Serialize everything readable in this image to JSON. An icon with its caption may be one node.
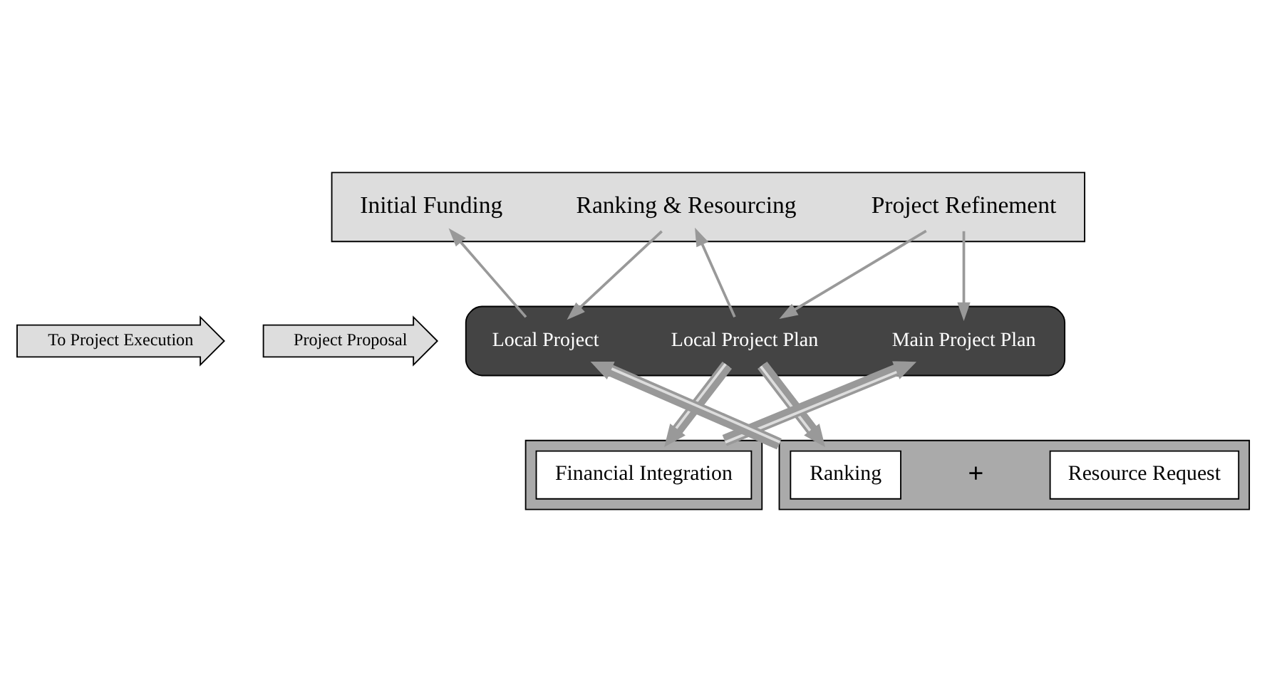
{
  "diagram": {
    "nodes": [
      {
        "text": [],
        "shape": "box"
      },
      {
        "text": [
          "Project Refinement"
        ],
        "in": 0
      },
      {
        "text": [
          "Ranking & Resourcing"
        ],
        "in": 0
      },
      {
        "text": [
          "Initial Funding"
        ],
        "in": 0
      },
      {
        "text": [
          "Project Proposal"
        ]
      },
      {
        "text": [],
        "shape": "cylinder"
      },
      {
        "text": [
          "Main Project Plan"
        ],
        "in": 5
      },
      {
        "text": [
          "Local Project Plan"
        ],
        "in": 5
      },
      {
        "text": [
          "Local Project"
        ],
        "in": 5
      },
      {
        "text": [
          "To Project Execution"
        ]
      },
      {
        "text": [],
        "shape": "box"
      },
      {
        "text": [
          "Financial Integration"
        ],
        "in": 10
      },
      {
        "text": [],
        "shape": "box"
      },
      {
        "text": [
          "Ranking"
        ],
        "in": 12
      },
      {
        "text": [
          "Resource Request"
        ],
        "in": 12
      }
    ],
    "edges": [
      {
        "from": 1,
        "to": 6,
        "arrow": "to"
      },
      {
        "from": 1,
        "to": 7,
        "arrow": "to"
      },
      {
        "from": 7,
        "to": 2,
        "arrow": "to"
      },
      {
        "from": 2,
        "to": 8,
        "arrow": "to"
      },
      {
        "from": 8,
        "to": 3,
        "arrow": "to"
      },
      {
        "from": 10,
        "to": 6,
        "arrow": "to",
        "style": "thick"
      },
      {
        "from": 7,
        "to": 10,
        "arrow": "to",
        "style": "thick"
      },
      {
        "from": 7,
        "to": 12,
        "arrow": "to",
        "style": "thick"
      },
      {
        "from": 12,
        "to": 8,
        "arrow": "to",
        "style": "thick"
      }
    ],
    "labels": [
      "+"
    ]
  }
}
